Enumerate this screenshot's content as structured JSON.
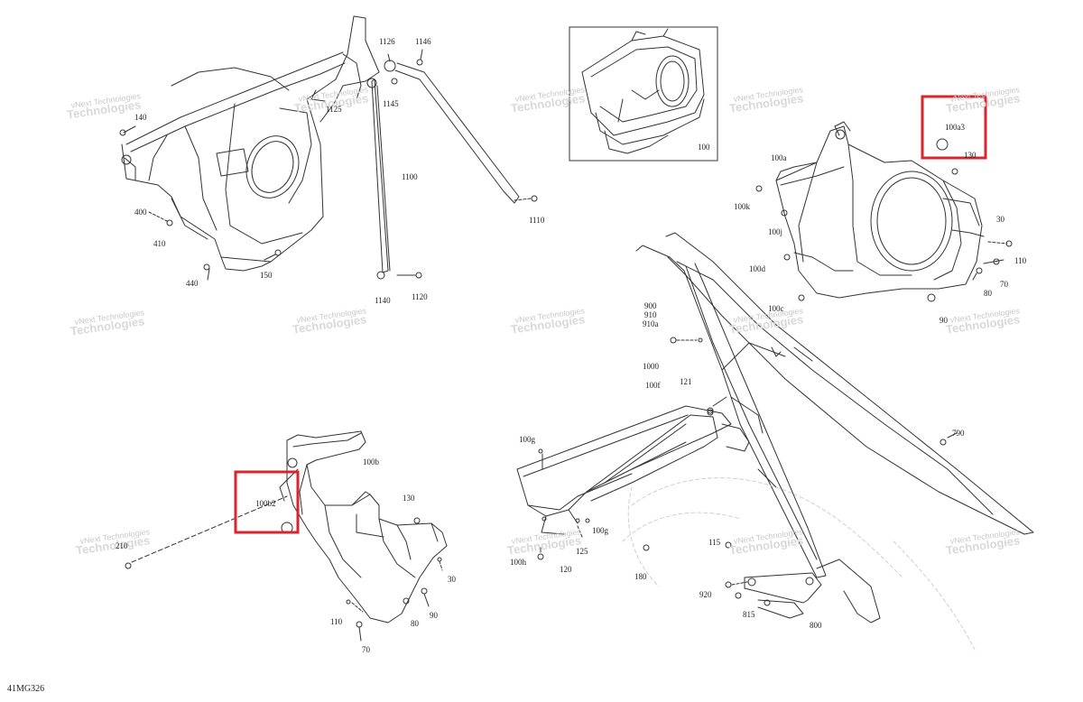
{
  "document_code": "41MG326",
  "watermark": {
    "line1": "vNext Technologies",
    "line2": "Technologies"
  },
  "colors": {
    "highlight": "#d8262c",
    "line": "#333333",
    "watermark": "#c9c9c9"
  },
  "callouts": {
    "c1126": "1126",
    "c1146": "1146",
    "c140": "140",
    "c1125": "1125",
    "c1145": "1145",
    "c1100": "1100",
    "c1110": "1110",
    "c400": "400",
    "c410": "410",
    "c150": "150",
    "c440": "440",
    "c1140": "1140",
    "c1120": "1120",
    "c100": "100",
    "c100a3": "100a3",
    "c100a": "100a",
    "c130r": "130",
    "c100k": "100k",
    "c100j": "100j",
    "c30r": "30",
    "c110r": "110",
    "c100d": "100d",
    "c70r": "70",
    "c80r": "80",
    "c100c": "100c",
    "c90r": "90",
    "c900": "900",
    "c910": "910",
    "c910a": "910a",
    "c1000": "1000",
    "c121": "121",
    "c100f": "100f",
    "c790": "790",
    "c100g1": "100g",
    "c100g2": "100g",
    "c125": "125",
    "c100h": "100h",
    "c120": "120",
    "c180": "180",
    "c115": "115",
    "c920": "920",
    "c815": "815",
    "c800": "800",
    "c100b": "100b",
    "c100b2": "100b2",
    "c130b": "130",
    "c210": "210",
    "c30b": "30",
    "c110b": "110",
    "c80b": "80",
    "c90b": "90",
    "c70b": "70"
  }
}
